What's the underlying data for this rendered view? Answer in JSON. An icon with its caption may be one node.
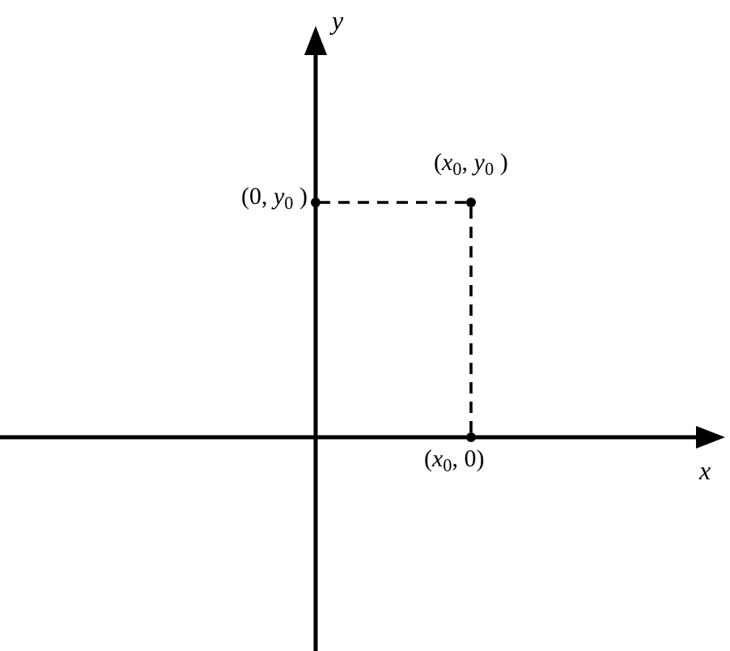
{
  "diagram": {
    "nodes": [
      {
        "text": [],
        "shape": "circle",
        "beside": [
          "(0, *y*$_{0}$ )"
        ]
      },
      {
        "text": [],
        "shape": "circle",
        "beside": [
          "(*x*$_{0}$, *y*$_{0}$ )"
        ]
      },
      {
        "text": [],
        "shape": "circle",
        "beside": [
          "(*x*$_{0}$, 0)"
        ]
      }
    ],
    "edges": [
      {
        "from": 1,
        "to": 0,
        "arrow": "none",
        "style": "dashed"
      },
      {
        "from": 1,
        "to": 2,
        "arrow": "none",
        "style": "dashed"
      }
    ],
    "labels": [
      "y",
      "x"
    ]
  }
}
